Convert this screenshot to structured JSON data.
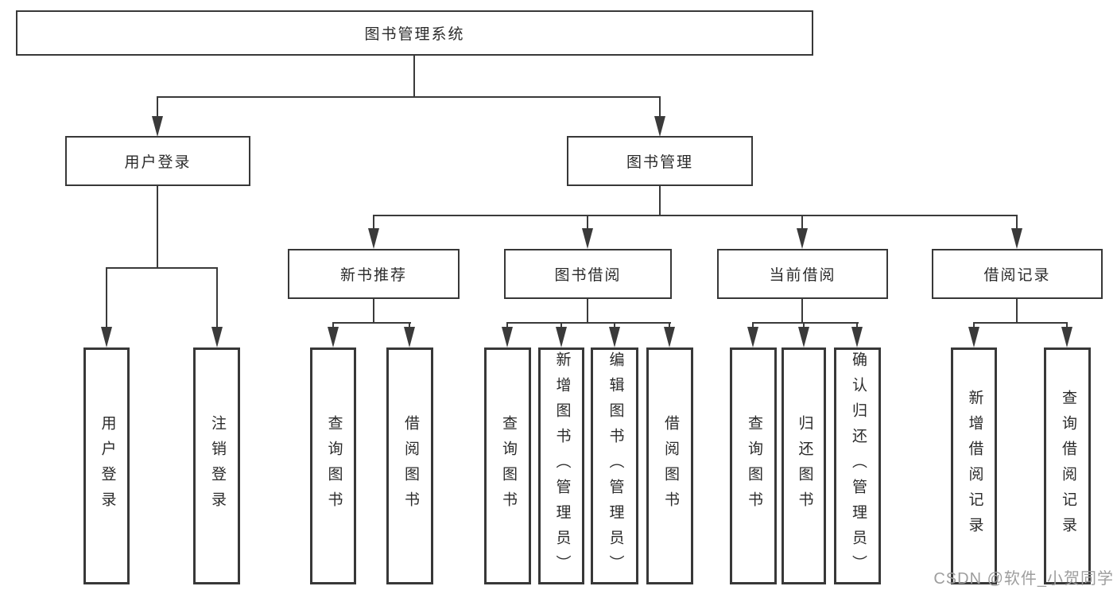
{
  "title": {
    "root": "图书管理系统"
  },
  "nodes": {
    "branches": [
      {
        "label": "用户登录"
      },
      {
        "label": "图书管理"
      }
    ],
    "modules": [
      {
        "label": "新书推荐"
      },
      {
        "label": "图书借阅"
      },
      {
        "label": "当前借阅"
      },
      {
        "label": "借阅记录"
      }
    ],
    "leaves": [
      {
        "label": "用户登录"
      },
      {
        "label": "注销登录"
      },
      {
        "label": "查询图书"
      },
      {
        "label": "借阅图书"
      },
      {
        "label": "查询图书"
      },
      {
        "label": "新增图书（管理员）"
      },
      {
        "label": "编辑图书（管理员）"
      },
      {
        "label": "借阅图书"
      },
      {
        "label": "查询图书"
      },
      {
        "label": "归还图书"
      },
      {
        "label": "确认归还（管理员）"
      },
      {
        "label": "新增借阅记录"
      },
      {
        "label": "查询借阅记录"
      }
    ]
  },
  "structure": {
    "图书管理系统": [
      "用户登录",
      "图书管理"
    ],
    "用户登录": [
      "用户登录",
      "注销登录"
    ],
    "图书管理": [
      "新书推荐",
      "图书借阅",
      "当前借阅",
      "借阅记录"
    ],
    "新书推荐": [
      "查询图书",
      "借阅图书"
    ],
    "图书借阅": [
      "查询图书",
      "新增图书（管理员）",
      "编辑图书（管理员）",
      "借阅图书"
    ],
    "当前借阅": [
      "查询图书",
      "归还图书",
      "确认归还（管理员）"
    ],
    "借阅记录": [
      "新增借阅记录",
      "查询借阅记录"
    ]
  },
  "watermark": "CSDN @软件_小贺同学",
  "colors": {
    "line": "#3a3a3a",
    "border": "#383838",
    "text": "#2b2b2b",
    "watermark": "#9e9e9e",
    "background": "#ffffff"
  }
}
